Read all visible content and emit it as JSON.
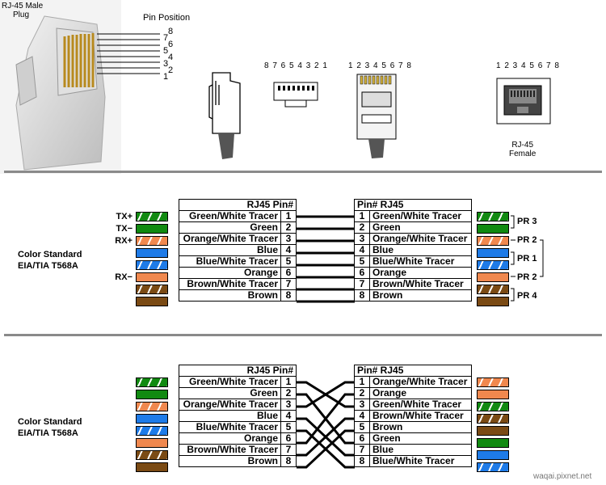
{
  "header": {
    "plug_label_line1": "RJ-45 Male",
    "plug_label_line2": "Plug",
    "pin_position_label": "Pin Position",
    "pin_numbers_plug": [
      "8",
      "7",
      "6",
      "5",
      "4",
      "3",
      "2",
      "1"
    ],
    "pin_seq_reverse": "8 7 6 5 4 3 2 1",
    "pin_seq_forward": "1 2 3 4 5 6 7 8",
    "pin_seq_female": "1 2 3 4 5 6 7 8",
    "female_label_line1": "RJ-45",
    "female_label_line2": "Female"
  },
  "colors": {
    "green": "#118a11",
    "orange": "#f0884e",
    "blue": "#1e7be8",
    "brown": "#7a4a14",
    "wire": "#000000"
  },
  "section1": {
    "standard_line1": "Color  Standard",
    "standard_line2": "EIA/TIA T568A",
    "left_signals": [
      "TX+",
      "TX−",
      "RX+",
      "",
      "",
      "RX−",
      "",
      ""
    ],
    "left_header": "RJ45  Pin#",
    "right_header": "Pin#  RJ45",
    "left_rows": [
      {
        "name": "Green/White Tracer",
        "pin": "1"
      },
      {
        "name": "Green",
        "pin": "2"
      },
      {
        "name": "Orange/White Tracer",
        "pin": "3"
      },
      {
        "name": "Blue",
        "pin": "4"
      },
      {
        "name": "Blue/White Tracer",
        "pin": "5"
      },
      {
        "name": "Orange",
        "pin": "6"
      },
      {
        "name": "Brown/White Tracer",
        "pin": "7"
      },
      {
        "name": "Brown",
        "pin": "8"
      }
    ],
    "right_rows": [
      {
        "pin": "1",
        "name": "Green/White Tracer"
      },
      {
        "pin": "2",
        "name": "Green"
      },
      {
        "pin": "3",
        "name": "Orange/White Tracer"
      },
      {
        "pin": "4",
        "name": "Blue"
      },
      {
        "pin": "5",
        "name": "Blue/White Tracer"
      },
      {
        "pin": "6",
        "name": "Orange"
      },
      {
        "pin": "7",
        "name": "Brown/White Tracer"
      },
      {
        "pin": "8",
        "name": "Brown"
      }
    ],
    "left_swatches": [
      "green-stripe",
      "green",
      "orange-stripe",
      "blue",
      "blue-stripe",
      "orange",
      "brown-stripe",
      "brown"
    ],
    "right_swatches": [
      "green-stripe",
      "green",
      "orange-stripe",
      "blue",
      "blue-stripe",
      "orange",
      "brown-stripe",
      "brown"
    ],
    "wiring": [
      1,
      2,
      3,
      4,
      5,
      6,
      7,
      8
    ],
    "pairs": {
      "pr3": "PR 3",
      "pr2_top": "PR 2",
      "pr1": "PR 1",
      "pr2_bottom": "PR 2",
      "pr4": "PR 4"
    }
  },
  "section2": {
    "standard_line1": "Color  Standard",
    "standard_line2": "EIA/TIA T568A",
    "left_header": "RJ45  Pin#",
    "right_header": "Pin#  RJ45",
    "left_rows": [
      {
        "name": "Green/White Tracer",
        "pin": "1"
      },
      {
        "name": "Green",
        "pin": "2"
      },
      {
        "name": "Orange/White Tracer",
        "pin": "3"
      },
      {
        "name": "Blue",
        "pin": "4"
      },
      {
        "name": "Blue/White Tracer",
        "pin": "5"
      },
      {
        "name": "Orange",
        "pin": "6"
      },
      {
        "name": "Brown/White Tracer",
        "pin": "7"
      },
      {
        "name": "Brown",
        "pin": "8"
      }
    ],
    "right_rows": [
      {
        "pin": "1",
        "name": "Orange/White Tracer"
      },
      {
        "pin": "2",
        "name": "Orange"
      },
      {
        "pin": "3",
        "name": "Green/White Tracer"
      },
      {
        "pin": "4",
        "name": "Brown/White Tracer"
      },
      {
        "pin": "5",
        "name": "Brown"
      },
      {
        "pin": "6",
        "name": "Green"
      },
      {
        "pin": "7",
        "name": "Blue"
      },
      {
        "pin": "8",
        "name": "Blue/White Tracer"
      }
    ],
    "left_swatches": [
      "green-stripe",
      "green",
      "orange-stripe",
      "blue",
      "blue-stripe",
      "orange",
      "brown-stripe",
      "brown"
    ],
    "right_swatches": [
      "orange-stripe",
      "orange",
      "green-stripe",
      "brown-stripe",
      "brown",
      "green",
      "blue",
      "blue-stripe"
    ],
    "wiring": [
      3,
      6,
      1,
      7,
      8,
      2,
      4,
      5
    ]
  },
  "watermark": "waqai.pixnet.net"
}
